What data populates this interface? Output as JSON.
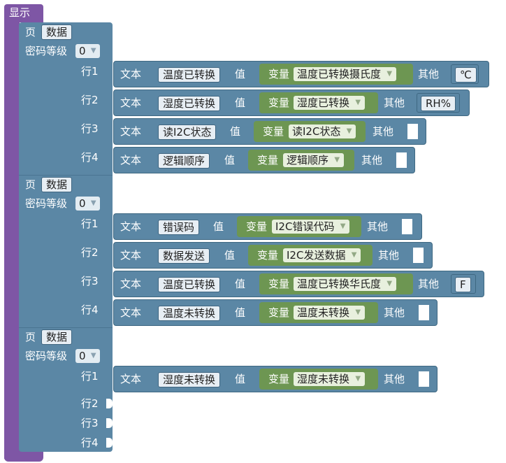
{
  "display_block": {
    "title": "显示"
  },
  "labels": {
    "page": "页",
    "password_level": "密码等级",
    "text": "文本",
    "value": "值",
    "variable": "变量",
    "other": "其他"
  },
  "pages": [
    {
      "page_name": "数据",
      "password_level": "0",
      "rows": [
        {
          "label": "行1",
          "text": "温度已转换",
          "variable": "温度已转换摄氏度",
          "other": "℃"
        },
        {
          "label": "行2",
          "text": "湿度已转换",
          "variable": "湿度已转换",
          "other": "RH%"
        },
        {
          "label": "行3",
          "text": "读I2C状态",
          "variable": "读I2C状态",
          "other": ""
        },
        {
          "label": "行4",
          "text": "逻辑顺序",
          "variable": "逻辑顺序",
          "other": ""
        }
      ]
    },
    {
      "page_name": "数据",
      "password_level": "0",
      "rows": [
        {
          "label": "行1",
          "text": "错误码",
          "variable": "I2C错误代码",
          "other": ""
        },
        {
          "label": "行2",
          "text": "数据发送",
          "variable": "I2C发送数据",
          "other": ""
        },
        {
          "label": "行3",
          "text": "温度已转换",
          "variable": "温度已转换华氏度",
          "other": "F"
        },
        {
          "label": "行4",
          "text": "温度未转换",
          "variable": "温度未转换",
          "other": ""
        }
      ]
    },
    {
      "page_name": "数据",
      "password_level": "0",
      "rows": [
        {
          "label": "行1",
          "text": "湿度未转换",
          "variable": "湿度未转换",
          "other": ""
        },
        {
          "label": "行2"
        },
        {
          "label": "行3"
        },
        {
          "label": "行4"
        }
      ]
    }
  ],
  "colors": {
    "display_block": "#7e56a5",
    "page_block": "#5b87a5",
    "variable_block": "#6d9652",
    "field_bg": "#e7eef4"
  }
}
